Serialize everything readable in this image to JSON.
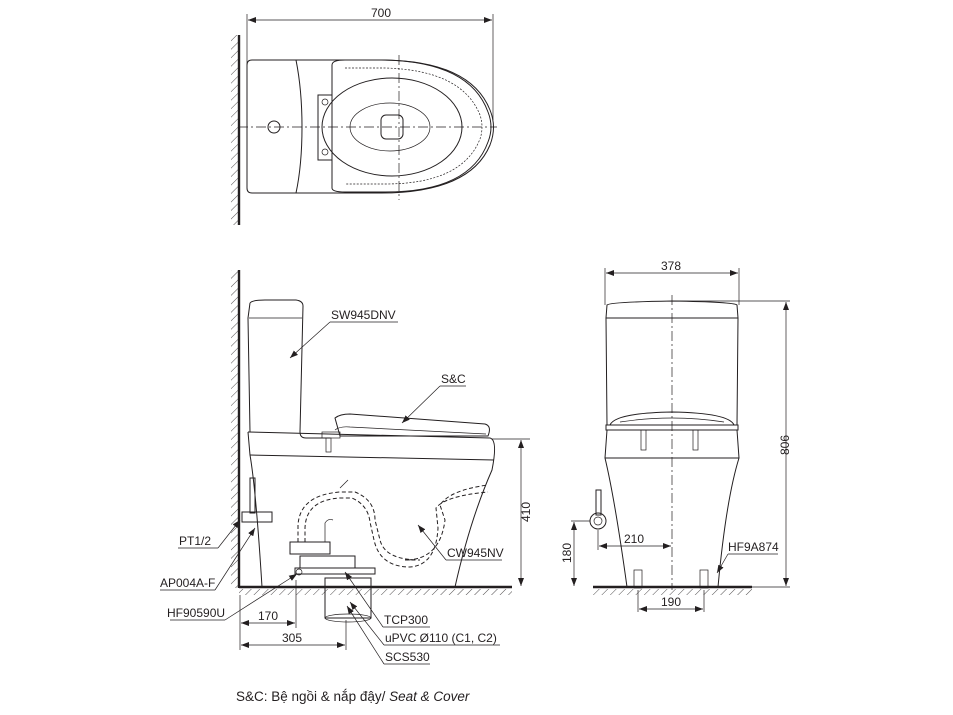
{
  "top_view": {
    "dimensions": {
      "width": "700"
    }
  },
  "side_view": {
    "dimensions": {
      "height_bowl": "410",
      "offset_170": "170",
      "offset_305": "305"
    },
    "labels": {
      "tank": "SW945DNV",
      "seat": "S&C",
      "bowl": "CW945NV",
      "valve": "PT1/2",
      "hose": "AP004A-F",
      "flange_bolt": "HF90590U",
      "adapter": "TCP300",
      "pipe": "uPVC Ø110 (C1, C2)",
      "seal": "SCS530"
    }
  },
  "front_view": {
    "dimensions": {
      "width": "378",
      "height": "806",
      "valve_height": "180",
      "valve_offset": "210",
      "bolt_spacing": "190"
    },
    "labels": {
      "bolt": "HF9A874"
    }
  },
  "caption": {
    "prefix": "S&C: Bệ ngồi & nắp đậy/ ",
    "italic": "Seat & Cover"
  }
}
